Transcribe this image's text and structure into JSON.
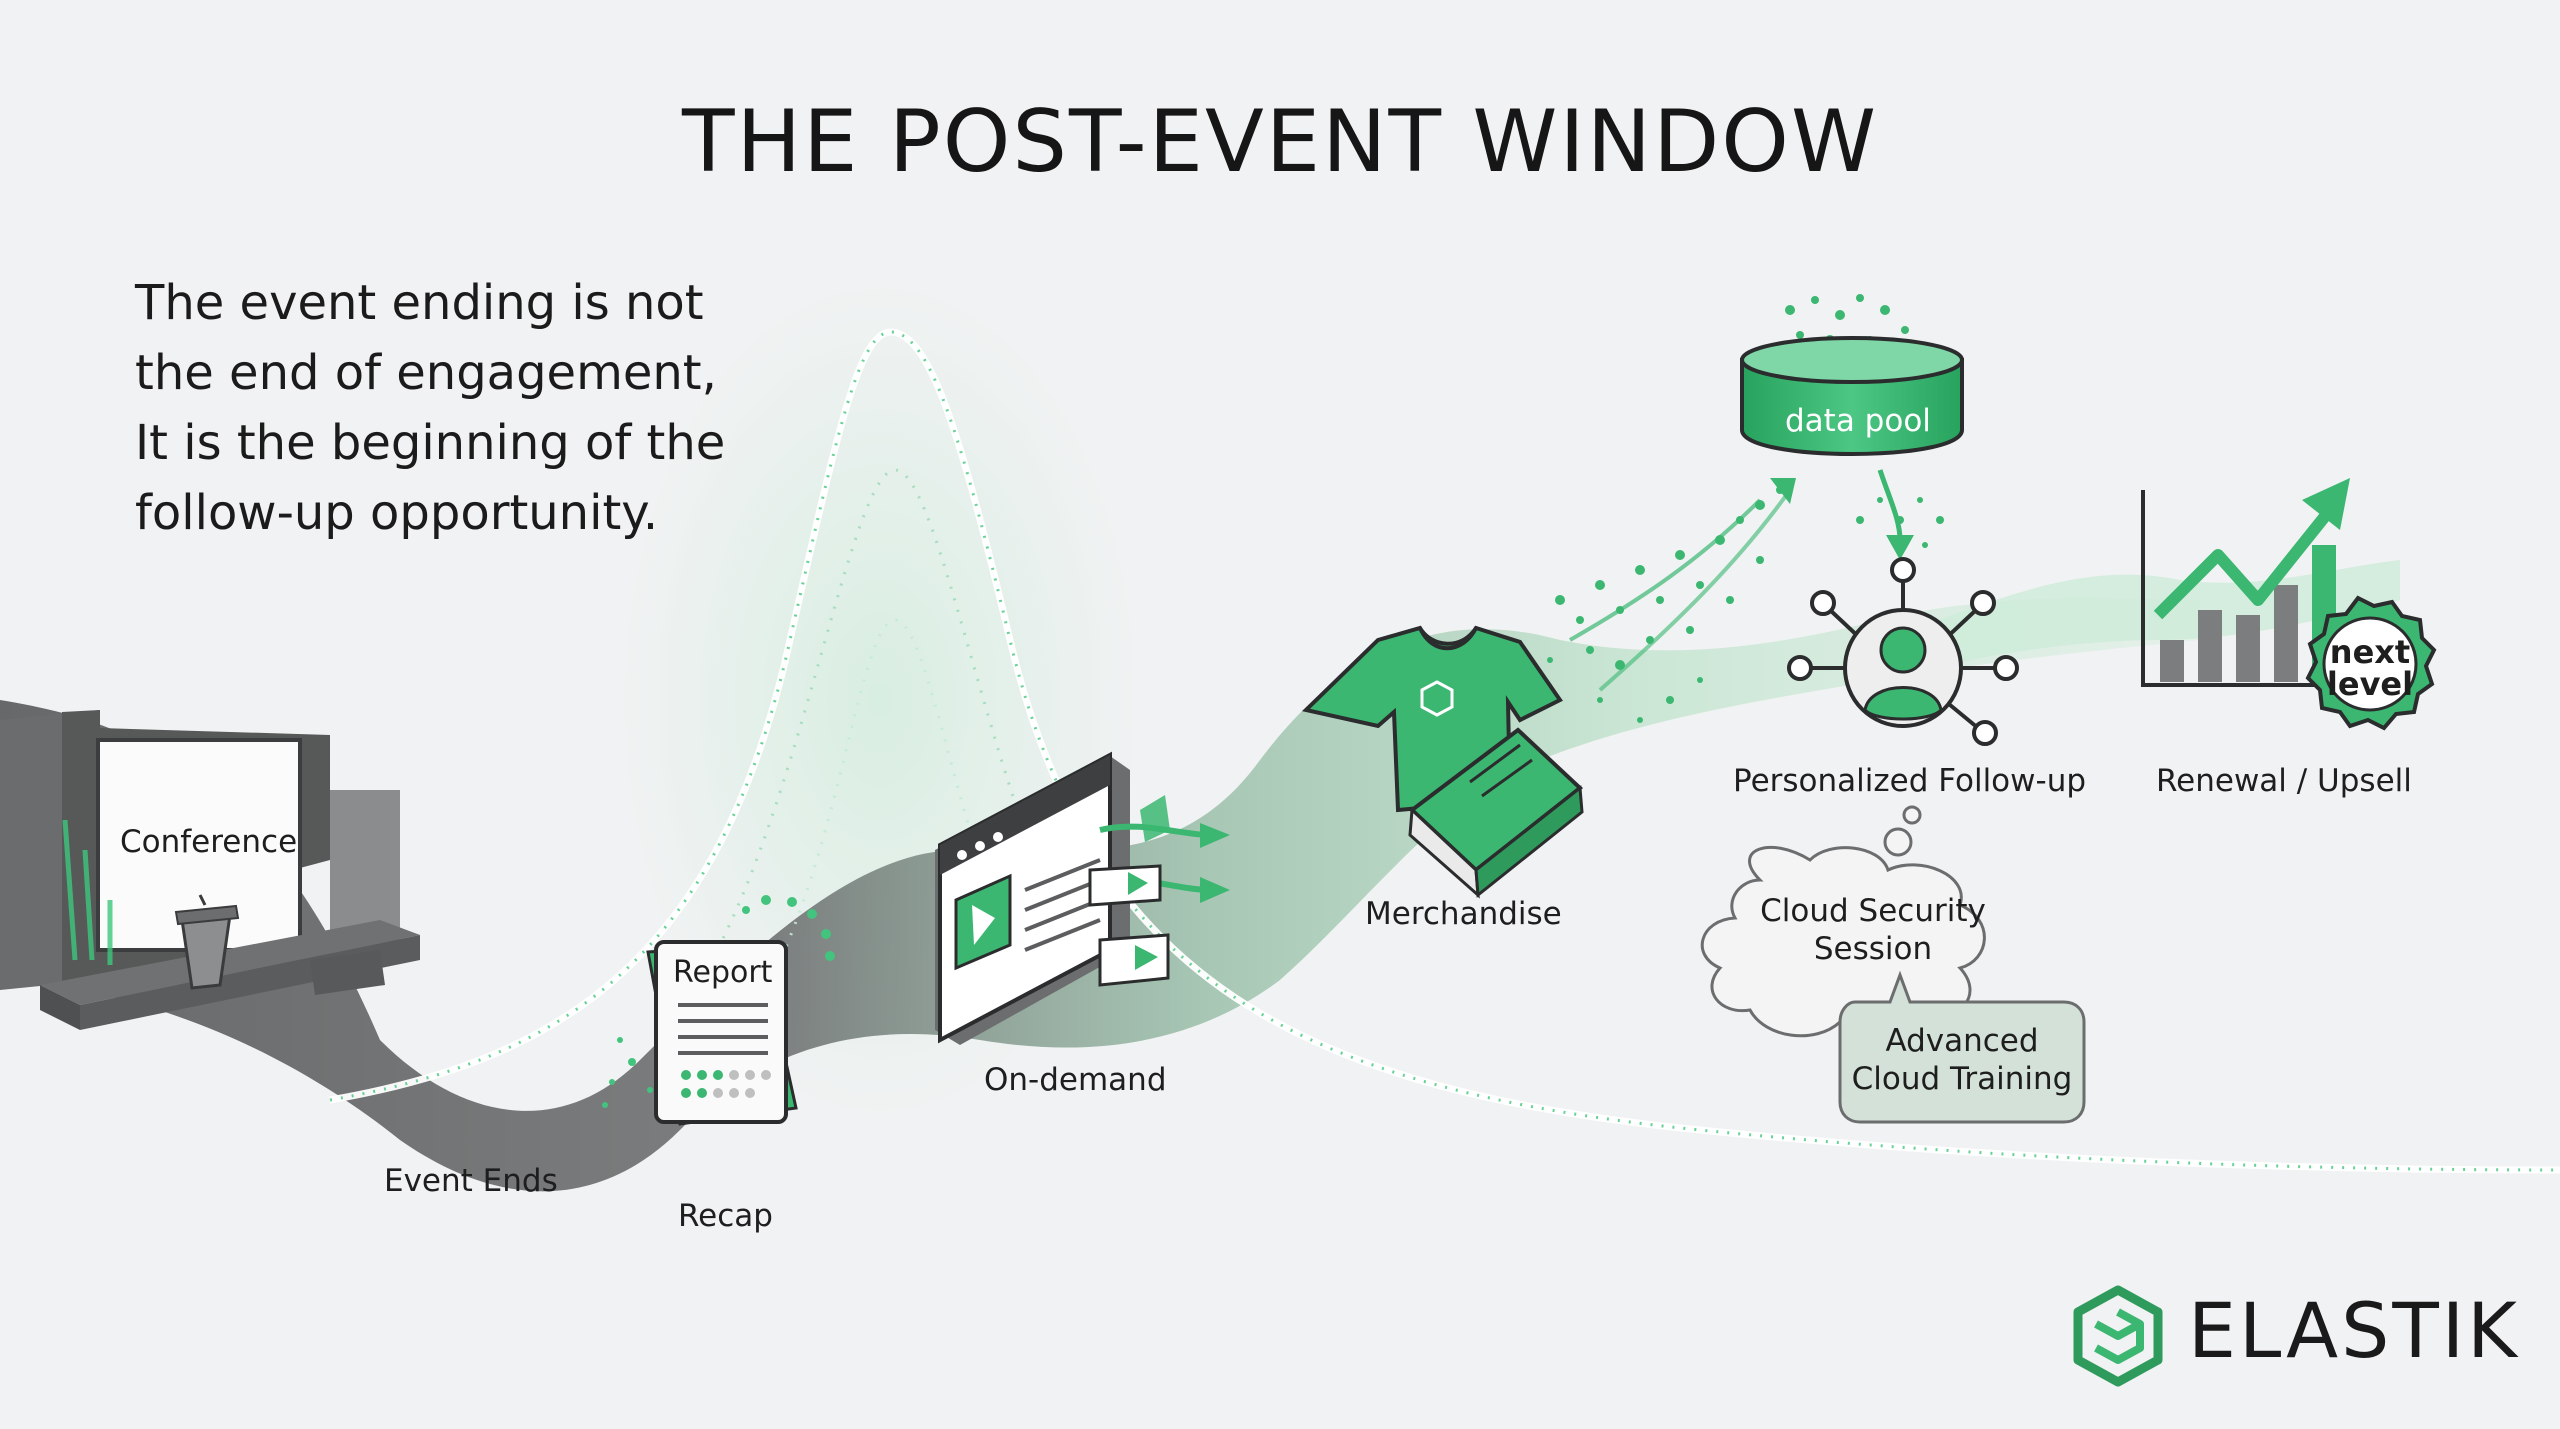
{
  "title": "THE POST-EVENT WINDOW",
  "intro": {
    "lines": [
      "The event ending is not",
      "the end of engagement,",
      "It is the beginning of the",
      "follow-up opportunity."
    ]
  },
  "stages": {
    "conference": "Conference",
    "event_ends": "Event Ends",
    "recap": "Recap",
    "report": "Report",
    "on_demand": "On-demand",
    "merchandise": "Merchandise",
    "data_pool": "data pool",
    "personalized": "Personalized Follow-up",
    "renewal": "Renewal / Upsell",
    "next_level": [
      "next",
      "level"
    ]
  },
  "thought_bubble": [
    "Cloud Security",
    "Session"
  ],
  "speech_bubble": [
    "Advanced",
    "Cloud Training"
  ],
  "brand": {
    "name": "ELASTIK"
  },
  "colors": {
    "accent": "#2fb36b",
    "accent_dark": "#1e8f52",
    "stream_dark": "#6b6d6e",
    "background": "#f1f2f3"
  },
  "icons": [
    "stage-icon",
    "podium-icon",
    "report-icon",
    "video-screen-icon",
    "tshirt-icon",
    "book-icon",
    "database-icon",
    "person-network-icon",
    "bar-chart-icon",
    "trend-arrow-icon",
    "badge-icon",
    "elastik-logo-icon"
  ]
}
